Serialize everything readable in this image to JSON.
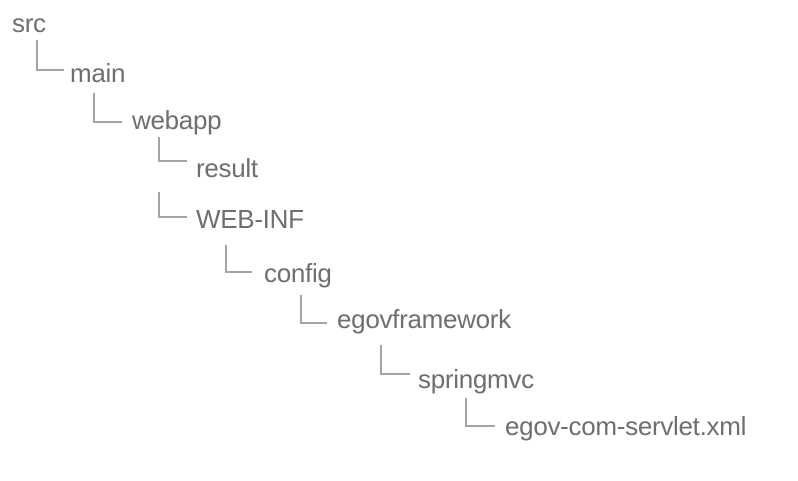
{
  "diagram_title": "project-directory-structure",
  "tree": {
    "nodes": [
      {
        "label": "src",
        "depth": 0,
        "type": "folder",
        "parent": null
      },
      {
        "label": "main",
        "depth": 1,
        "type": "folder",
        "parent": "src"
      },
      {
        "label": "webapp",
        "depth": 2,
        "type": "folder",
        "parent": "main"
      },
      {
        "label": "result",
        "depth": 3,
        "type": "folder",
        "parent": "webapp"
      },
      {
        "label": "WEB-INF",
        "depth": 3,
        "type": "folder",
        "parent": "webapp"
      },
      {
        "label": "config",
        "depth": 4,
        "type": "folder",
        "parent": "WEB-INF"
      },
      {
        "label": "egovframework",
        "depth": 5,
        "type": "folder",
        "parent": "config"
      },
      {
        "label": "springmvc",
        "depth": 6,
        "type": "folder",
        "parent": "egovframework"
      },
      {
        "label": "egov-com-servlet.xml",
        "depth": 7,
        "type": "file",
        "parent": "springmvc"
      }
    ]
  },
  "colors": {
    "background": "#ffffff",
    "text": "#6f6f6f",
    "line": "#a4a4a4"
  }
}
